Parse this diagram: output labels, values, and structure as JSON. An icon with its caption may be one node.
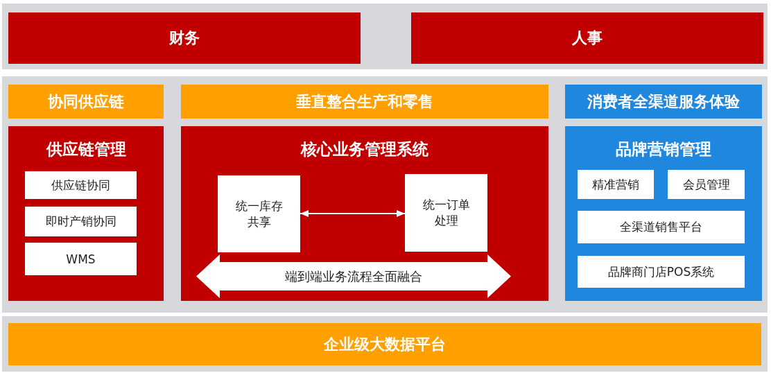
{
  "diagram": {
    "nodes": [
      {
        "text": [
          "财务"
        ]
      },
      {
        "text": [
          "人事"
        ]
      },
      {
        "text": [
          "协同供应链"
        ]
      },
      {
        "text": [
          "垂直整合生产和零售"
        ]
      },
      {
        "text": [
          "消费者全渠道服务体验"
        ]
      },
      {
        "text": [
          "供应链管理"
        ]
      },
      {
        "text": [
          "供应链协同"
        ],
        "in": 5
      },
      {
        "text": [
          "即时产销协同"
        ],
        "in": 5
      },
      {
        "text": [
          "WMS"
        ],
        "in": 5
      },
      {
        "text": [
          "核心业务管理系统"
        ]
      },
      {
        "text": [
          "统一库存共享"
        ],
        "in": 9
      },
      {
        "text": [
          "统一订单处理"
        ],
        "in": 9
      },
      {
        "text": [
          "端到端业务流程全面融合"
        ],
        "in": 9
      },
      {
        "text": [
          "品牌营销管理"
        ]
      },
      {
        "text": [
          "精准营销"
        ],
        "in": 13
      },
      {
        "text": [
          "会员管理"
        ],
        "in": 13
      },
      {
        "text": [
          "全渠道销售平台"
        ],
        "in": 13
      },
      {
        "text": [
          "品牌商门店POS系统"
        ],
        "in": 13
      },
      {
        "text": [
          "企业级大数据平台"
        ]
      }
    ],
    "edges": [
      {
        "from": 10,
        "to": 11,
        "arrow": "both"
      }
    ]
  }
}
